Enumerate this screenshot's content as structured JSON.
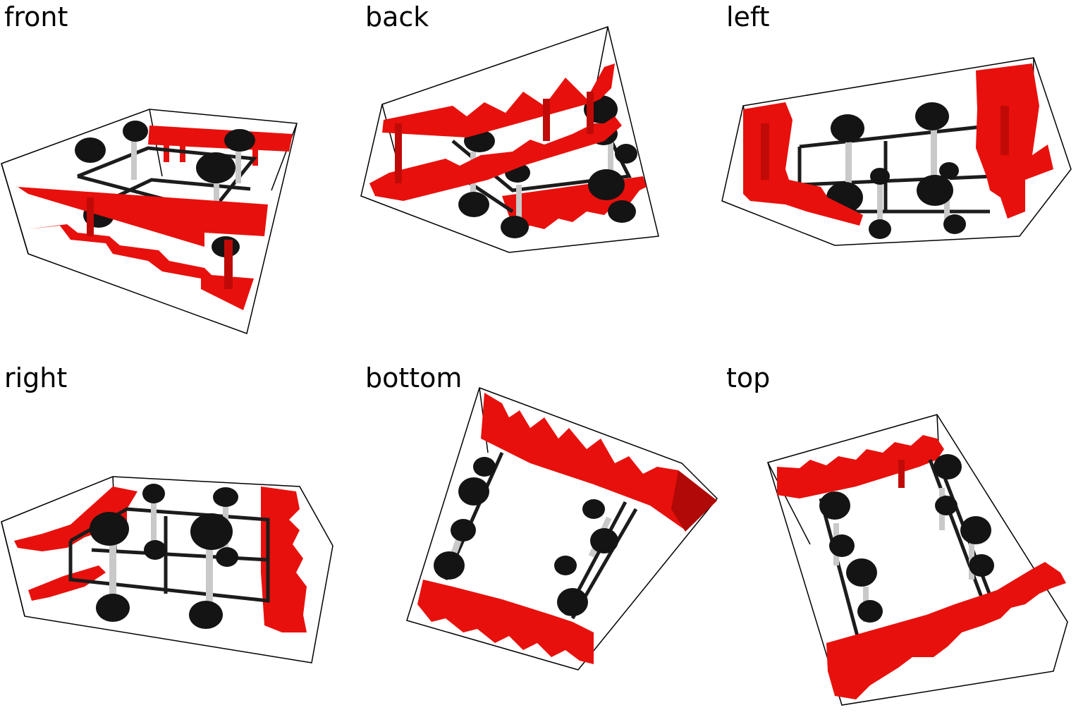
{
  "colors": {
    "rack": "#e8100c",
    "rack_dark": "#a80806",
    "weight": "#141414",
    "frame": "#1c1c1c",
    "bar": "#c9c9c9",
    "box": "#000000"
  },
  "views": [
    {
      "id": "front",
      "label": "front"
    },
    {
      "id": "back",
      "label": "back"
    },
    {
      "id": "left",
      "label": "left"
    },
    {
      "id": "right",
      "label": "right"
    },
    {
      "id": "bottom",
      "label": "bottom"
    },
    {
      "id": "top",
      "label": "top"
    }
  ]
}
